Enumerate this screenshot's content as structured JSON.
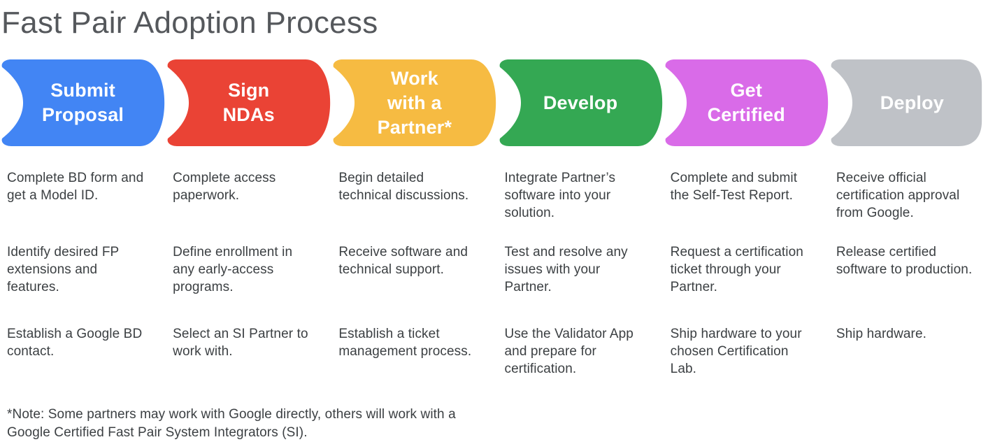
{
  "title": "Fast Pair Adoption Process",
  "colors": {
    "title_text": "#55585C",
    "body_text": "#3C4043",
    "label_text": "#FFFFFF",
    "background": "#FFFFFF",
    "stage_blue": "#4285F4",
    "stage_red": "#EA4335",
    "stage_yellow": "#F6BB42",
    "stage_green": "#34A853",
    "stage_magenta": "#D96BE8",
    "stage_gray": "#BFC2C7"
  },
  "stages": [
    {
      "label": "Submit\nProposal",
      "color": "#4285F4",
      "steps": [
        "Complete BD form and get a Model ID.",
        "Identify desired FP extensions and features.",
        "Establish a Google BD contact."
      ]
    },
    {
      "label": "Sign\nNDAs",
      "color": "#EA4335",
      "steps": [
        "Complete access paperwork.",
        "Define enrollment in any early-access programs.",
        "Select an SI Partner to work with."
      ]
    },
    {
      "label": "Work\nwith a\nPartner*",
      "color": "#F6BB42",
      "steps": [
        "Begin detailed technical discussions.",
        "Receive software and technical support.",
        "Establish a ticket management process."
      ]
    },
    {
      "label": "Develop",
      "color": "#34A853",
      "steps": [
        "Integrate Partner’s software into your solution.",
        "Test and resolve any issues with your Partner.",
        "Use the Validator App and prepare for certification."
      ]
    },
    {
      "label": "Get\nCertified",
      "color": "#D96BE8",
      "steps": [
        "Complete and submit the Self-Test Report.",
        "Request a certification ticket through your Partner.",
        "Ship hardware to your chosen Certification Lab."
      ]
    },
    {
      "label": "Deploy",
      "color": "#BFC2C7",
      "steps": [
        "Receive official certification approval from Google.",
        "Release certified software to production.",
        "Ship hardware."
      ]
    }
  ],
  "footnote": "*Note: Some partners may work with Google directly, others will work with a Google Certified Fast Pair System Integrators (SI)."
}
